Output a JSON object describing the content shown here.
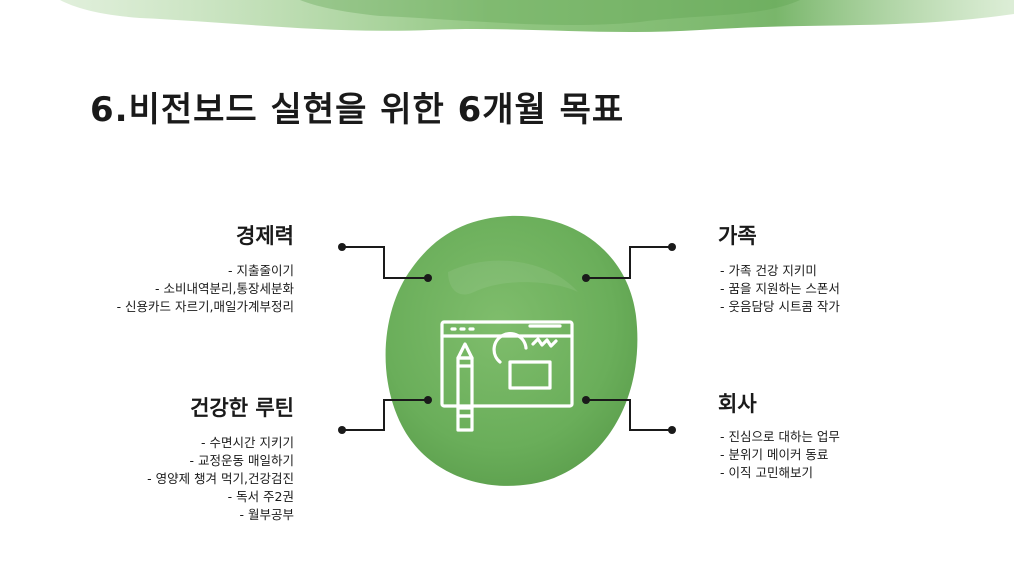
{
  "title": "6.비전보드 실현을 위한 6개월 목표",
  "colors": {
    "accent_green": "#6aae5a",
    "wash_green": "#8cc47a",
    "text": "#1a1a1a",
    "line": "#1a1a1a"
  },
  "center_icon": "board-pencil-icon",
  "sections": {
    "economy": {
      "title": "경제력",
      "items": [
        "지출줄이기",
        "소비내역분리,통장세분화",
        "신용카드 자르기,매일가계부정리"
      ]
    },
    "health": {
      "title": "건강한 루틴",
      "items": [
        "수면시간 지키기",
        "교정운동 매일하기",
        "영양제 챙겨 먹기,건강검진",
        "독서 주2권",
        "월부공부"
      ]
    },
    "family": {
      "title": "가족",
      "items": [
        "가족 건강 지키미",
        "꿈을 지원하는 스폰서",
        "웃음담당 시트콤 작가"
      ]
    },
    "work": {
      "title": "회사",
      "items": [
        "진심으로 대하는 업무",
        "분위기 메이커 동료",
        "이직 고민해보기"
      ]
    }
  }
}
